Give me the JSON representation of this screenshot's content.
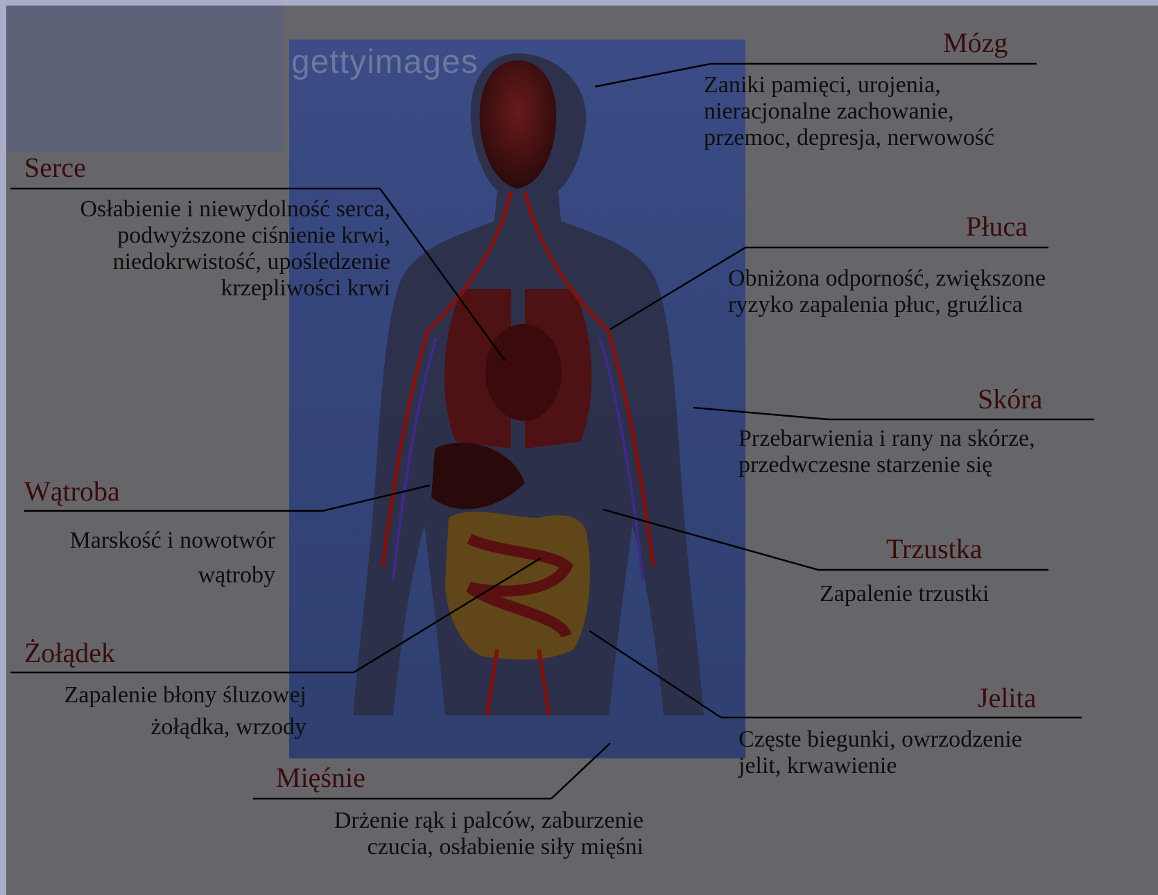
{
  "watermark": "gettyimages",
  "organs": [
    {
      "id": "mozg",
      "title": "Mózg",
      "desc": [
        "Zaniki pamięci, urojenia,",
        "nieracjonalne zachowanie,",
        "przemoc, depresja, nerwowość"
      ]
    },
    {
      "id": "serce",
      "title": "Serce",
      "desc": [
        "Osłabienie i niewydolność serca,",
        "podwyższone ciśnienie krwi,",
        "niedokrwistość, upośledzenie",
        "krzepliwości krwi"
      ]
    },
    {
      "id": "pluca",
      "title": "Płuca",
      "desc": [
        "Obniżona odporność, zwiększone",
        "ryzyko zapalenia płuc, gruźlica"
      ]
    },
    {
      "id": "skora",
      "title": "Skóra",
      "desc": [
        "Przebarwienia i rany na skórze,",
        "przedwczesne starzenie się"
      ]
    },
    {
      "id": "watroba",
      "title": "Wątroba",
      "desc": [
        "Marskość i nowotwór",
        "wątroby"
      ]
    },
    {
      "id": "trzustka",
      "title": "Trzustka",
      "desc": [
        "Zapalenie trzustki"
      ]
    },
    {
      "id": "zoladek",
      "title": "Żołądek",
      "desc": [
        "Zapalenie błony śluzowej",
        "żołądka, wrzody"
      ]
    },
    {
      "id": "jelita",
      "title": "Jelita",
      "desc": [
        "Częste biegunki, owrzodzenie",
        "jelit, krwawienie"
      ]
    },
    {
      "id": "miesnie",
      "title": "Mięśnie",
      "desc": [
        "Drżenie rąk i palców, zaburzenie",
        "czucia, osłabienie siły mięśni"
      ]
    }
  ]
}
